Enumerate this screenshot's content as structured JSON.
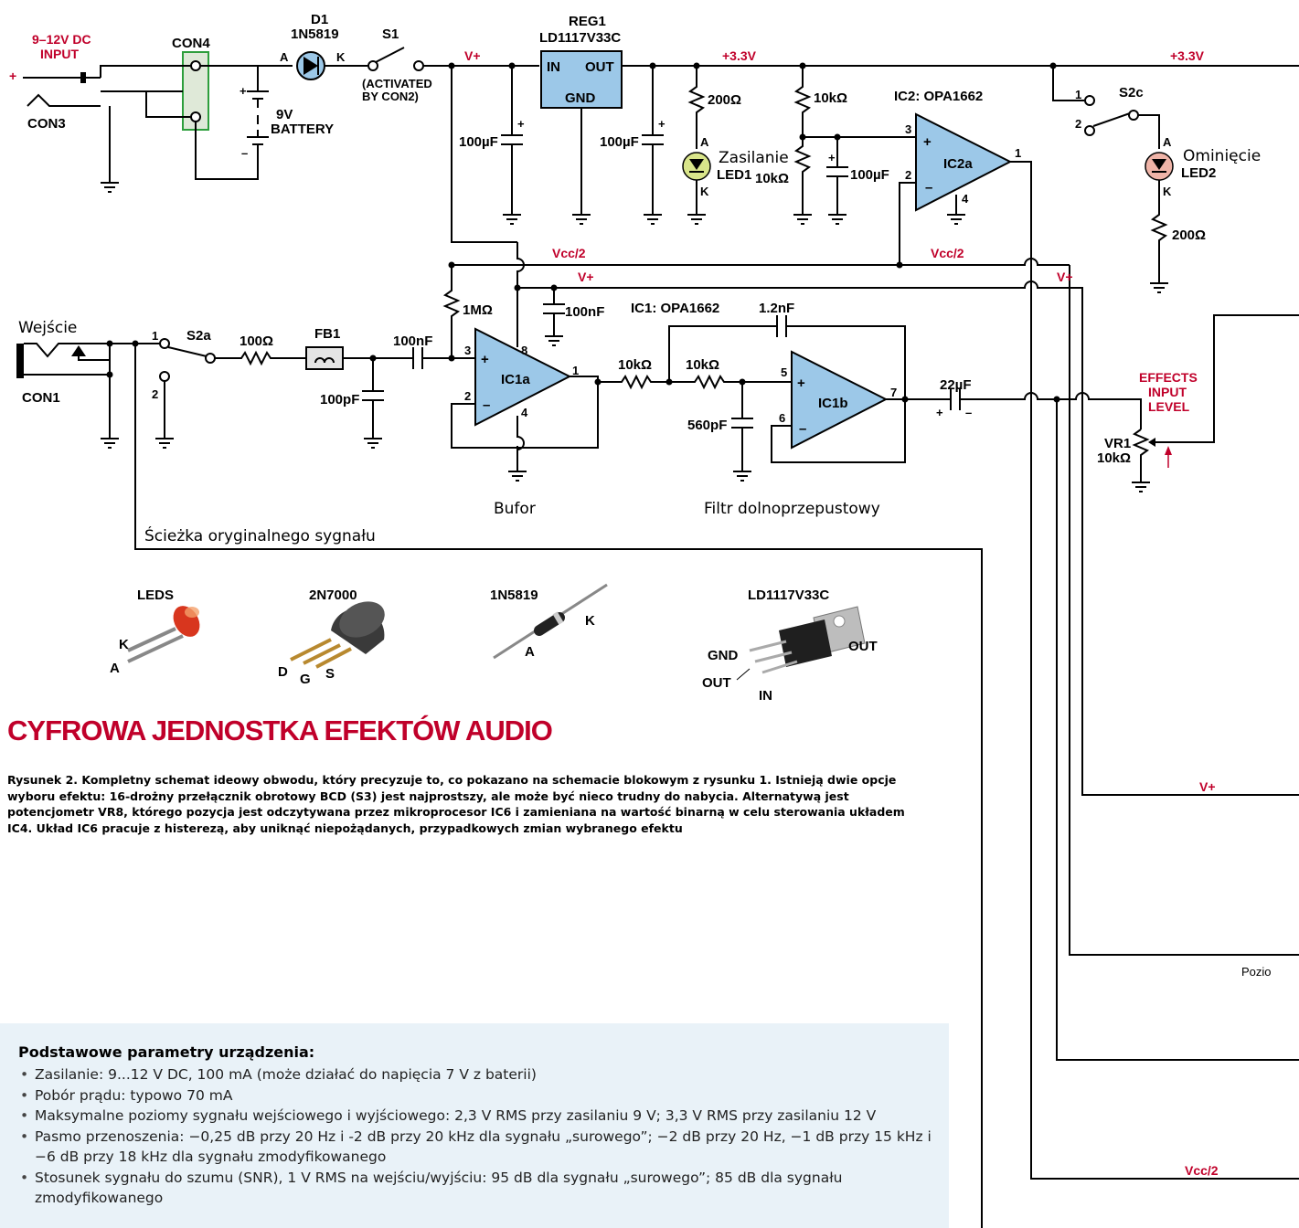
{
  "labels": {
    "input_power": [
      "9–12V DC",
      "INPUT"
    ],
    "plus": "+",
    "minus": "–",
    "con4": "CON4",
    "con3": "CON3",
    "con1": "CON1",
    "d1": [
      "D1",
      "1N5819"
    ],
    "a": "A",
    "k": "K",
    "battery": [
      "9V",
      "BATTERY"
    ],
    "s1": "S1",
    "s1_note": [
      "(ACTIVATED",
      "BY CON2)"
    ],
    "vplus": "V+",
    "v33": "+3.3V",
    "vcc2": "Vcc/2",
    "reg1": [
      "REG1",
      "LD1117V33C"
    ],
    "reg_in": "IN",
    "reg_out": "OUT",
    "reg_gnd": "GND",
    "c100u": "100µF",
    "r200": "200Ω",
    "r10k": "10kΩ",
    "r1m": "1MΩ",
    "r100": "100Ω",
    "c100n": "100nF",
    "c100p": "100pF",
    "c560p": "560pF",
    "c1n2": "1.2nF",
    "c22u": "22µF",
    "zasilanie": "Zasilanie",
    "led1": "LED1",
    "led2": "LED2",
    "ominiecie": "Ominięcie",
    "ic2": "IC2: OPA1662",
    "ic2a": "IC2a",
    "ic1": "IC1: OPA1662",
    "ic1a": "IC1a",
    "ic1b": "IC1b",
    "s2c": "S2c",
    "s2a": "S2a",
    "fb1": "FB1",
    "wejscie": "Wejście",
    "bufor": "Bufor",
    "filtr": "Filtr dolnoprzepustowy",
    "sciezka": "Ścieżka oryginalnego sygnału",
    "effects": [
      "EFFECTS",
      "INPUT",
      "LEVEL"
    ],
    "vr1": [
      "VR1",
      "10kΩ"
    ],
    "pozi": "Pozio",
    "pins": [
      "1",
      "2",
      "3",
      "4",
      "5",
      "6",
      "7",
      "8"
    ]
  },
  "parts": {
    "leds": "LEDS",
    "n7000": "2N7000",
    "n5819": "1N5819",
    "ld1117": "LD1117V33C",
    "d": "D",
    "g": "G",
    "s": "S",
    "gnd": "GND",
    "out": "OUT",
    "in": "IN"
  },
  "title": "CYFROWA JEDNOSTKA EFEKTÓW AUDIO",
  "caption": "Rysunek 2. Kompletny schemat ideowy obwodu, który precyzuje to, co pokazano na schemacie blokowym z rysunku 1. Istnieją dwie opcje wyboru efektu: 16-drożny przełącznik obrotowy BCD (S3) jest najprostszy, ale może być nieco trudny do nabycia. Alternatywą jest potencjometr VR8, którego pozycja jest odczytywana przez mikroprocesor IC6 i zamieniana na wartość binarną w celu sterowania układem IC4. Układ IC6 pracuje z histerezą, aby uniknąć niepożądanych, przypadkowych zmian wybranego efektu",
  "specs": {
    "heading": "Podstawowe parametry urządzenia:",
    "items": [
      "Zasilanie: 9...12 V DC, 100 mA (może działać do napięcia 7 V z baterii)",
      "Pobór prądu: typowo 70 mA",
      "Maksymalne poziomy sygnału wejściowego i wyjściowego: 2,3 V RMS przy zasilaniu 9 V; 3,3 V RMS przy zasilaniu 12 V",
      "Pasmo przenoszenia: −0,25 dB przy 20 Hz i -2 dB przy 20 kHz dla sygnału „surowego”; −2 dB przy 20 Hz, −1 dB przy 15 kHz i −6 dB przy 18 kHz dla sygnału zmodyfikowanego",
      "Stosunek sygnału do szumu (SNR), 1 V RMS na wejściu/wyjściu: 95 dB dla sygnału „surowego”; 85 dB dla sygnału zmodyfikowanego"
    ]
  },
  "colors": {
    "accent_red": "#c0002a",
    "opamp_fill": "#9cc8e8",
    "led1_fill": "#d9e58a",
    "led2_fill": "#efb4a8",
    "spec_bg": "#e9f2f8",
    "con4_box": "#2e9e3c"
  }
}
